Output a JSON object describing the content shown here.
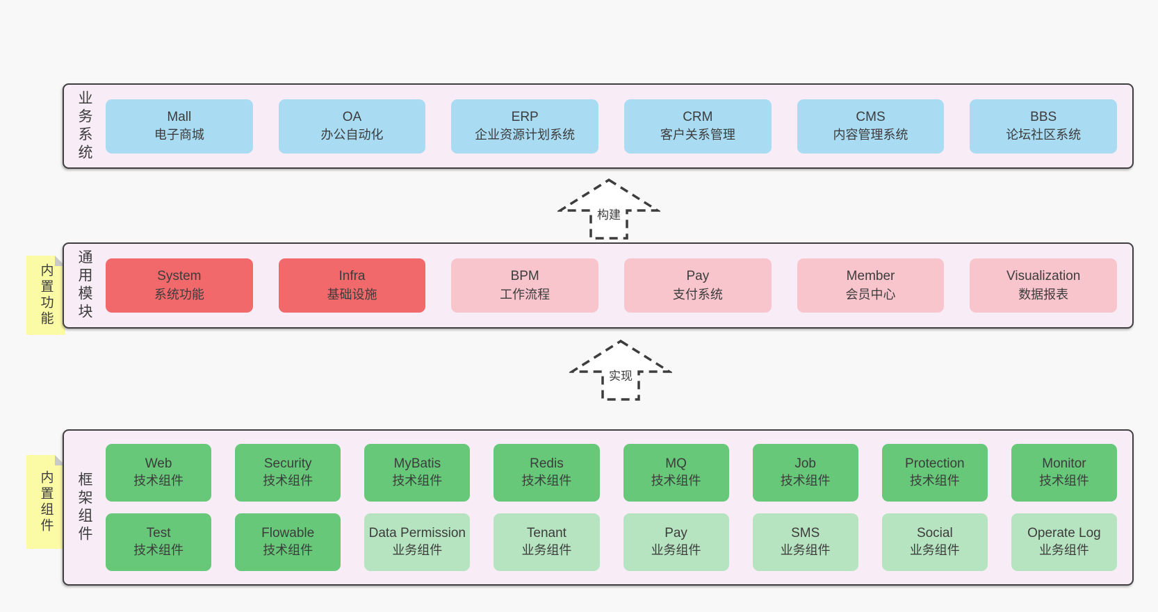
{
  "colors": {
    "page_bg": "#f8f8f8",
    "container_bg": "#f8edf6",
    "container_border": "#3f3f3f",
    "blue": "#a9dbf2",
    "red": "#f2696b",
    "pink": "#f9c5cd",
    "green_dark": "#66c878",
    "green_light": "#b7e4c0",
    "note_bg": "#fbfaa5",
    "note_fold": "#c9c9c9",
    "text": "#3c3c3c",
    "arrow_stroke": "#3d3d3d",
    "arrow_fill": "#ffffff"
  },
  "arrows": [
    {
      "label": "构建"
    },
    {
      "label": "实现"
    }
  ],
  "layers": [
    {
      "label": "业务系统",
      "boxes": [
        {
          "title": "Mall",
          "subtitle": "电子商城"
        },
        {
          "title": "OA",
          "subtitle": "办公自动化"
        },
        {
          "title": "ERP",
          "subtitle": "企业资源计划系统"
        },
        {
          "title": "CRM",
          "subtitle": "客户关系管理"
        },
        {
          "title": "CMS",
          "subtitle": "内容管理系统"
        },
        {
          "title": "BBS",
          "subtitle": "论坛社区系统"
        }
      ]
    },
    {
      "label": "通用模块",
      "note": "内置功能",
      "boxes": [
        {
          "title": "System",
          "subtitle": "系统功能"
        },
        {
          "title": "Infra",
          "subtitle": "基础设施"
        },
        {
          "title": "BPM",
          "subtitle": "工作流程"
        },
        {
          "title": "Pay",
          "subtitle": "支付系统"
        },
        {
          "title": "Member",
          "subtitle": "会员中心"
        },
        {
          "title": "Visualization",
          "subtitle": "数据报表"
        }
      ]
    },
    {
      "label": "框架组件",
      "note": "内置组件",
      "rows": [
        [
          {
            "title": "Web",
            "subtitle": "技术组件"
          },
          {
            "title": "Security",
            "subtitle": "技术组件"
          },
          {
            "title": "MyBatis",
            "subtitle": "技术组件"
          },
          {
            "title": "Redis",
            "subtitle": "技术组件"
          },
          {
            "title": "MQ",
            "subtitle": "技术组件"
          },
          {
            "title": "Job",
            "subtitle": "技术组件"
          },
          {
            "title": "Protection",
            "subtitle": "技术组件"
          },
          {
            "title": "Monitor",
            "subtitle": "技术组件"
          }
        ],
        [
          {
            "title": "Test",
            "subtitle": "技术组件"
          },
          {
            "title": "Flowable",
            "subtitle": "技术组件"
          },
          {
            "title": "Data Permission",
            "subtitle": "业务组件"
          },
          {
            "title": "Tenant",
            "subtitle": "业务组件"
          },
          {
            "title": "Pay",
            "subtitle": "业务组件"
          },
          {
            "title": "SMS",
            "subtitle": "业务组件"
          },
          {
            "title": "Social",
            "subtitle": "业务组件"
          },
          {
            "title": "Operate Log",
            "subtitle": "业务组件"
          }
        ]
      ]
    }
  ]
}
